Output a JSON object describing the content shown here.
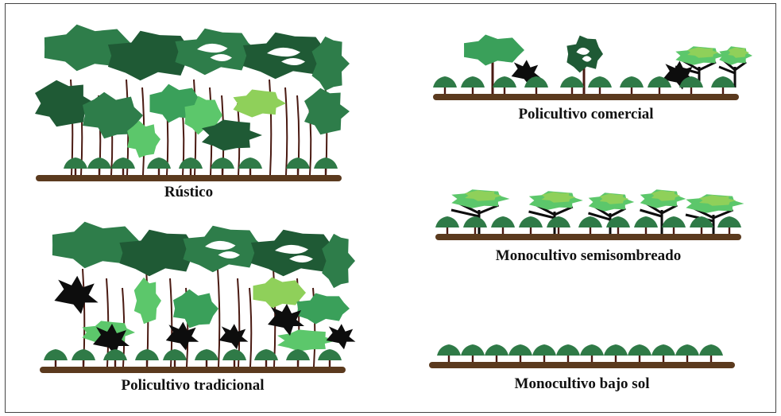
{
  "diagram": {
    "panels": [
      {
        "id": "rustico",
        "label": "Rústico"
      },
      {
        "id": "policultivo-comercial",
        "label": "Policultivo comercial"
      },
      {
        "id": "policultivo-tradicional",
        "label": "Policultivo tradicional"
      },
      {
        "id": "monocultivo-semisombreado",
        "label": "Monocultivo semisombreado"
      },
      {
        "id": "monocultivo-bajo-sol",
        "label": "Monocultivo bajo sol"
      }
    ],
    "colors": {
      "ground": "#5b3a1e",
      "trunk": "#4a1a12",
      "dark_green": "#1f5a35",
      "mid_green": "#2e7d4a",
      "canopy_green": "#3aa05a",
      "light_green": "#5cc76b",
      "lime": "#8fd05a",
      "shade_black": "#0d0d0d",
      "coffee_shrub": "#2f7a47"
    }
  }
}
